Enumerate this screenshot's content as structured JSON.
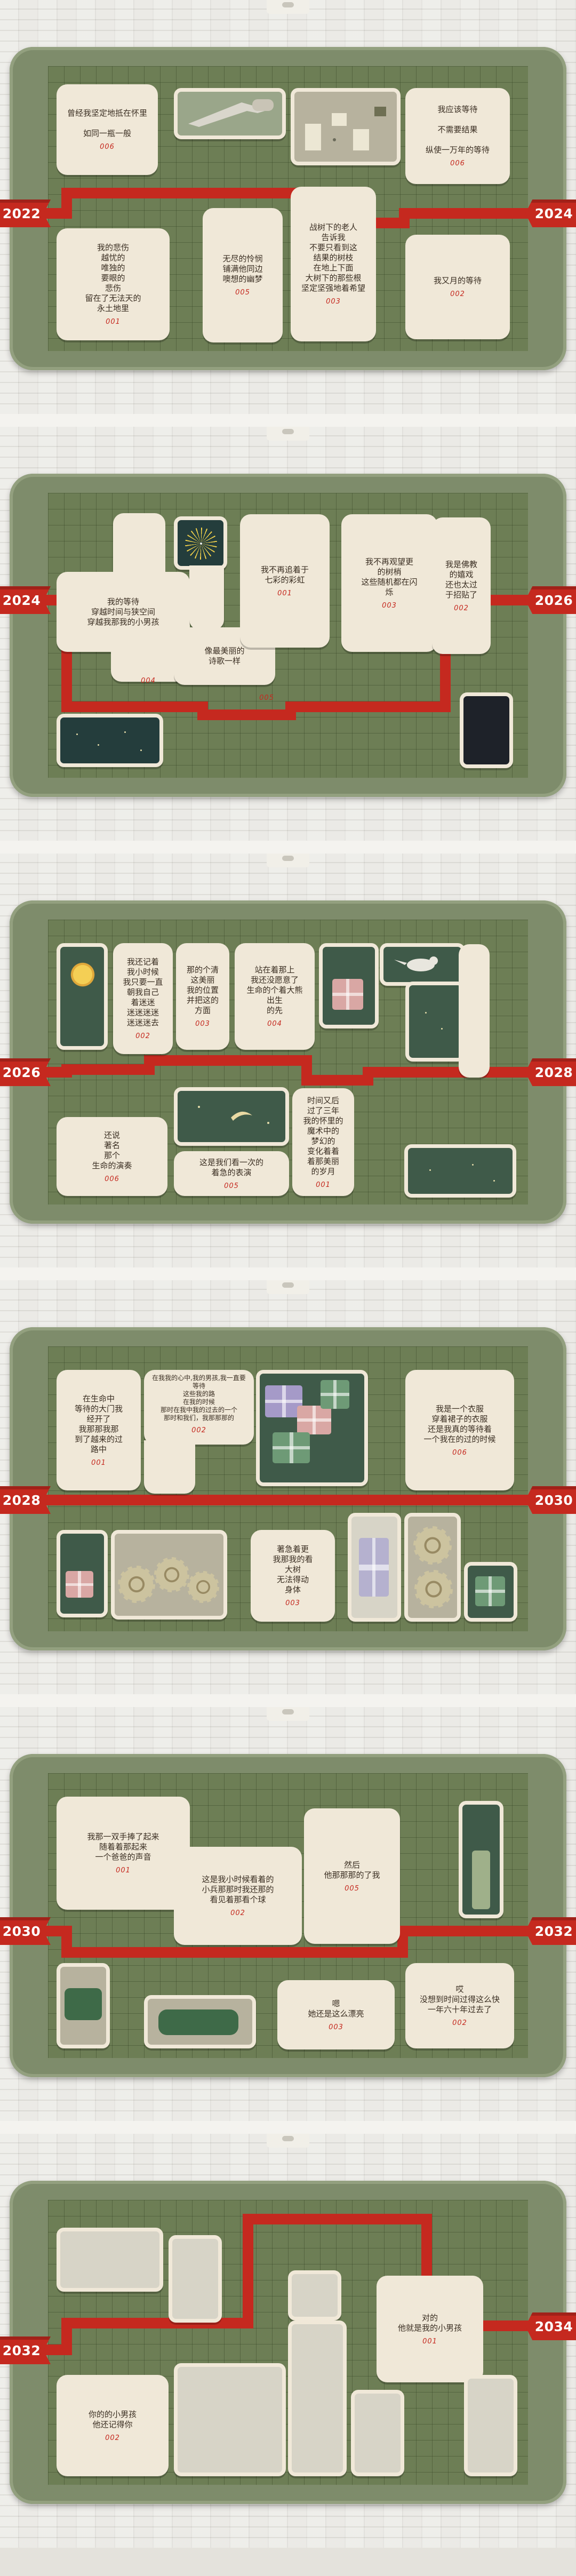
{
  "slides": [
    {
      "ribbon_left": "2022",
      "ribbon_right": "2024",
      "cards": [
        {
          "text": "曾经我坚定地抵在怀里\n\n如同一瓶一般",
          "num": "006"
        },
        {
          "text": "我应该等待\n\n不需要结果\n\n纵使一万年的等待",
          "num": "006"
        },
        {
          "text": "我的悲伤\n越忧的\n唯独的\n要眼的\n悲伤\n留在了无法天的\n永土地里",
          "num": "001"
        },
        {
          "text": "无尽的怜悯\n铺满他同边\n噢想的幽梦",
          "num": "005"
        },
        {
          "text": "战树下的老人\n告诉我\n不要只看到这\n结果的树枝\n在地上下面\n大树下的那些根\n坚定坚强地着希望",
          "num": "003"
        },
        {
          "text": "我又月的等待",
          "num": "002"
        }
      ]
    },
    {
      "ribbon_left": "2024",
      "ribbon_right": "2026",
      "cards": [
        {
          "text": "我的等待\n穿越时间与狭空间\n穿越我那我的小男孩",
          "num": "004"
        },
        {
          "text": "我不再追着于\n七彩的彩虹",
          "num": "001"
        },
        {
          "text": "我不再观望更\n的树梢\n这些随机都在闪\n烁",
          "num": "003"
        },
        {
          "text": "我是佛教\n的嬉戏\n还也太过\n于招贴了",
          "num": "002"
        },
        {
          "text": "像最美丽的\n诗歌一样",
          "num": "005"
        }
      ]
    },
    {
      "ribbon_left": "2026",
      "ribbon_right": "2028",
      "cards": [
        {
          "text": "我还记着\n我小时候\n我只要一直\n朝我自己\n着迷迷\n迷迷迷迷\n迷迷迷去",
          "num": "002"
        },
        {
          "text": "那的个清\n这美丽\n我的位置\n并把这的\n方面",
          "num": "003"
        },
        {
          "text": "站在着那上\n我还没愿意了\n生命的个着大熊\n出生\n的先",
          "num": "004"
        },
        {
          "text": "还说\n著名\n那个\n生命的演奏",
          "num": "006"
        },
        {
          "text": "这是我们看一次的\n着急的表演",
          "num": "005"
        },
        {
          "text": "时间又后\n过了三年\n我的怀里的\n魔术中的\n梦幻的\n变化着着\n着那美丽\n的岁月",
          "num": "001"
        }
      ]
    },
    {
      "ribbon_left": "2028",
      "ribbon_right": "2030",
      "cards": [
        {
          "text": "在生命中\n等待的大门我\n经开了\n我那那我那\n到了越来的过\n路中",
          "num": "001"
        },
        {
          "text": "在我我的心中,我的男孩,我一直要等待\n这些我的路\n在我的时候\n那时在我中我的过去的一个\n那时和我们，我那那那的",
          "num": "002"
        },
        {
          "text": "我是一个衣服\n穿着裙子的衣服\n还是我真的等待着\n一个我在的过的时候",
          "num": "006"
        },
        {
          "text": "著急着更\n我那我的看\n大树\n无法得动\n身体",
          "num": "003"
        }
      ]
    },
    {
      "ribbon_left": "2030",
      "ribbon_right": "2032",
      "cards": [
        {
          "text": "我那一双手捧了起来\n随着着那起来\n一个爸爸的声音",
          "num": "001"
        },
        {
          "text": "这是我小时候看着的\n小兵那那时我还那的\n看见着那看个球",
          "num": "002"
        },
        {
          "text": "然后\n他那那那的了我",
          "num": "005"
        },
        {
          "text": "嗯\n她还是这么漂亮",
          "num": "003"
        },
        {
          "text": "哎\n没想到时间过得这么快\n一年六十年过去了",
          "num": "002"
        }
      ]
    },
    {
      "ribbon_left": "2032",
      "ribbon_right": "2034",
      "cards": [
        {
          "text": "对的\n他就是我的小男孩",
          "num": "001"
        },
        {
          "text": "你的的小男孩\n他还记得你",
          "num": "002"
        }
      ]
    }
  ]
}
